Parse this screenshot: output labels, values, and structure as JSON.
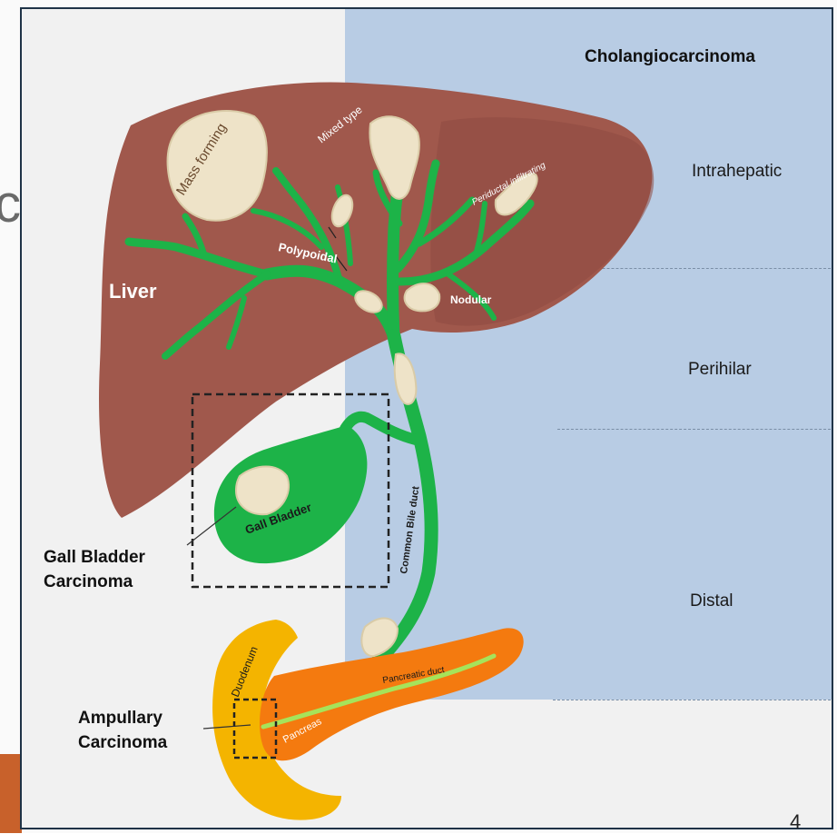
{
  "slide": {
    "partial_letter": "c",
    "page_mark": "4"
  },
  "figure": {
    "column_heading": "Cholangiocarcinoma",
    "zones": [
      "Intrahepatic",
      "Perihilar",
      "Distal"
    ],
    "organs": {
      "liver": "Liver",
      "gall_bladder": "Gall Bladder",
      "common_bile_duct": "Common Bile duct",
      "duodenum": "Duodenum",
      "pancreas": "Pancreas",
      "pancreatic_duct": "Pancreatic duct"
    },
    "growth_types": {
      "mass_forming": "Mass forming",
      "mixed_type": "Mixed type",
      "periductal_infiltrating": "Periductal infiltrating",
      "polypoidal": "Polypoidal",
      "nodular": "Nodular"
    },
    "external_labels": {
      "gall_bladder_carcinoma": [
        "Gall Bladder",
        "Carcinoma"
      ],
      "ampullary_carcinoma": [
        "Ampullary",
        "Carcinoma"
      ]
    },
    "colors": {
      "liver": "#a0584c",
      "liver_dark": "#8e4b41",
      "bile_duct": "#1db348",
      "tumor": "#eee3c8",
      "pancreas": "#f47a0f",
      "pancreatic_duct": "#a6e35a",
      "duodenum": "#f4b400",
      "blue_region": "#b8cce4"
    }
  }
}
